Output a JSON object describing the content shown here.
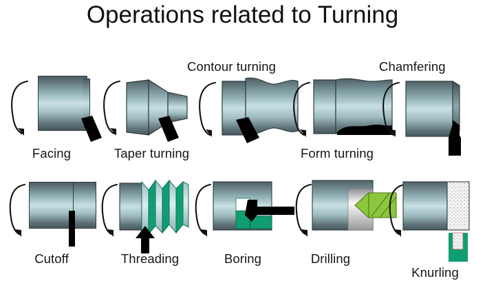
{
  "slide": {
    "title": "Operations related to Turning",
    "background_color": "#ffffff",
    "title_color": "#101010"
  },
  "palette": {
    "metal_light": "#c8e0e4",
    "metal_dark": "#49595e",
    "metal_mid": "#8fb0b5",
    "tool_black": "#000000",
    "teal": "#0f9e72",
    "drill_green": "#8cc63e",
    "knurl_speckle": "#f4f4f4",
    "outline": "#2f3b3f"
  },
  "operations": [
    {
      "id": "facing",
      "label": "Facing",
      "label_position": "below",
      "row": 1,
      "description": "Cylindrical workpiece with flat end face being cut by an angled single-point tool at lower right",
      "rotation_arrow": true,
      "tool": "single-point-angled"
    },
    {
      "id": "taper-turning",
      "label": "Taper turning",
      "label_position": "below",
      "row": 1,
      "description": "Stepped conical workpiece narrowing toward the right, angled single-point tool at lower right",
      "rotation_arrow": true,
      "tool": "single-point-angled"
    },
    {
      "id": "contour-turning",
      "label": "Contour turning",
      "label_position": "above",
      "row": 1,
      "description": "Workpiece with curved wavy contour profile, angled single-point tool at lower left of profile",
      "rotation_arrow": true,
      "tool": "single-point-angled"
    },
    {
      "id": "form-turning",
      "label": "Form turning",
      "label_position": "below",
      "row": 1,
      "description": "Workpiece with formed concave profile, black form tool across the bottom",
      "rotation_arrow": true,
      "tool": "form-tool"
    },
    {
      "id": "chamfering",
      "label": "Chamfering",
      "label_position": "above",
      "row": 1,
      "description": "Cylinder with angled chamfer cut on the right edge, vertical pointed tool below right",
      "rotation_arrow": true,
      "tool": "chamfer-tool"
    },
    {
      "id": "cutoff",
      "label": "Cutoff",
      "label_position": "below",
      "row": 2,
      "description": "Cylinder with narrow parting groove, vertical black cutoff blade advancing upward",
      "rotation_arrow": true,
      "tool": "parting-blade"
    },
    {
      "id": "threading",
      "label": "Threading",
      "label_position": "below",
      "row": 2,
      "description": "Cylinder with teal and light zigzag thread form, black arrow pointing up into the thread",
      "rotation_arrow": true,
      "tool": "threading-arrow"
    },
    {
      "id": "boring",
      "label": "Boring",
      "label_position": "below",
      "row": 2,
      "description": "Sectioned workpiece with internal teal bore and black L-shaped boring bar entering from the right",
      "rotation_arrow": true,
      "tool": "boring-bar"
    },
    {
      "id": "drilling",
      "label": "Drilling",
      "label_position": "below",
      "row": 2,
      "description": "Sectioned workpiece with gray drilled hole and yellow-green twist drill entering from the right",
      "rotation_arrow": true,
      "tool": "twist-drill"
    },
    {
      "id": "knurling",
      "label": "Knurling",
      "label_position": "below",
      "row": 2,
      "description": "Cylinder with speckled knurled surface section, teal U-shaped knurling tool pressed from below",
      "rotation_arrow": true,
      "tool": "knurling-wheel"
    }
  ]
}
